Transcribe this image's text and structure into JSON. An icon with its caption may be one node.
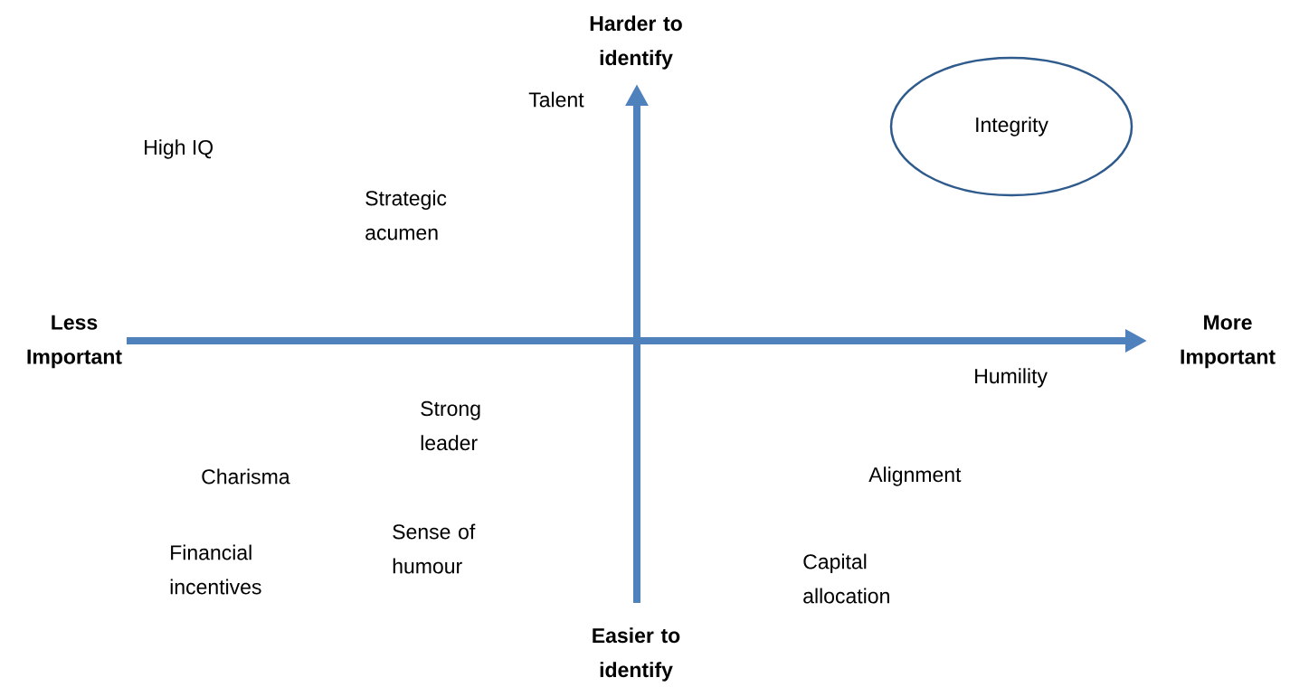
{
  "diagram": {
    "nodes": [
      {
        "text": [
          "Integrity"
        ]
      }
    ],
    "labels": [
      "Harder to identify",
      "Talent",
      "High IQ",
      "Strategic acumen",
      "Less Important",
      "More Important",
      "Humility",
      "Strong leader",
      "Charisma",
      "Alignment",
      "Sense of humour",
      "Financial incentives",
      "Capital allocation",
      "Easier to identify"
    ]
  }
}
